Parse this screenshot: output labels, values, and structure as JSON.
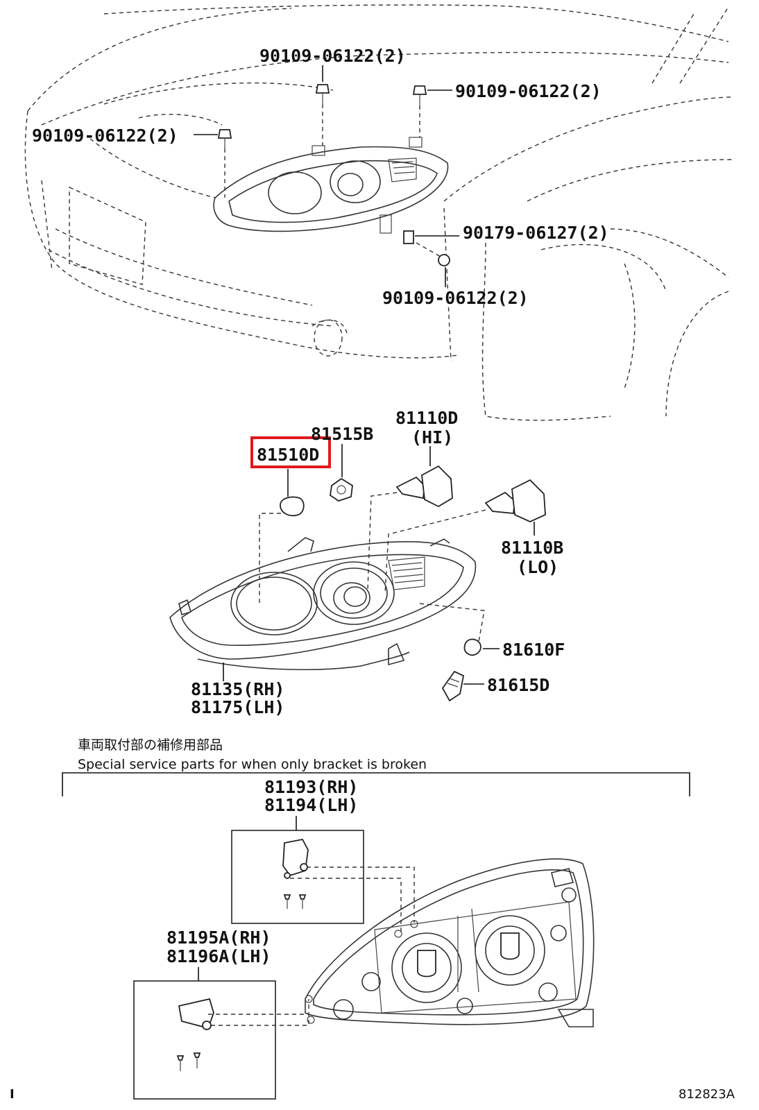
{
  "labels": {
    "bolt_top": "90109-06122(2)",
    "bolt_right": "90109-06122(2)",
    "bolt_left": "90109-06122(2)",
    "clip": "90179-06127(2)",
    "bolt_bottom": "90109-06122(2)",
    "bulb_socket": "81515B",
    "bulb_small": "81510D",
    "bulb_hi_code": "81110D",
    "bulb_hi_note": "(HI)",
    "bulb_lo_code": "81110B",
    "bulb_lo_note": "(LO)",
    "side_bulb": "81610F",
    "side_socket": "81615D",
    "lamp_rh": "81135(RH)",
    "lamp_lh": "81175(LH)",
    "bracket1_rh": "81193(RH)",
    "bracket1_lh": "81194(LH)",
    "bracket2_rh": "81195A(RH)",
    "bracket2_lh": "81196A(LH)"
  },
  "notes": {
    "japanese": "車両取付部の補修用部品",
    "english": "Special service parts for when only bracket is broken"
  },
  "footer": {
    "left_mark": "I",
    "figure_id": "812823A"
  },
  "colors": {
    "highlight": "#e0191f",
    "line": "#222222"
  }
}
